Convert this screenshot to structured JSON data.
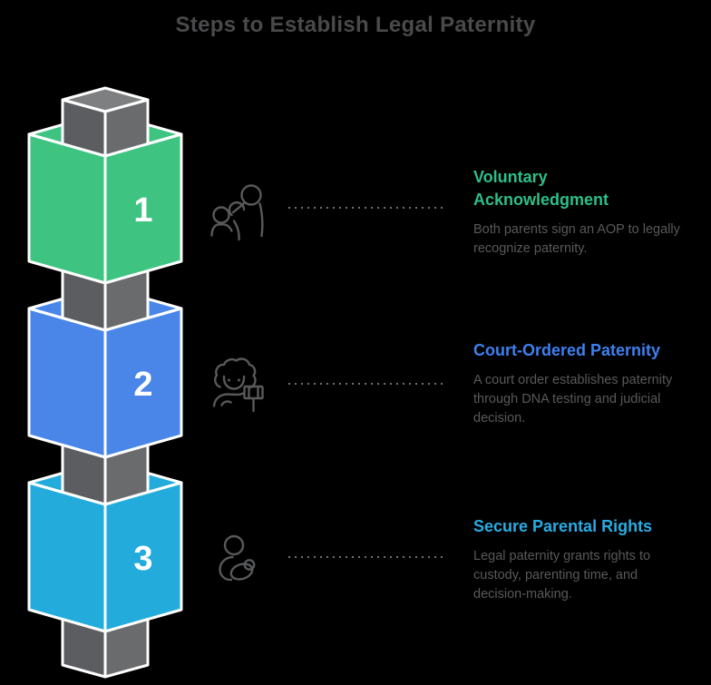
{
  "title": "Steps to Establish Legal Paternity",
  "title_color": "#4a4a4c",
  "background_color": "#000000",
  "body_text_color": "#58595b",
  "icon_color": "#58595b",
  "dotted_line_color": "#6f7072",
  "tower": {
    "outline_color": "#ffffff",
    "number_color": "#ffffff",
    "pillar_color": "#6a6b6d",
    "pillar_side_dark": "#5c5d60",
    "pillar_top_color": "#7e7f81"
  },
  "steps": [
    {
      "number": "1",
      "heading": "Voluntary\nAcknowledgment",
      "description": "Both parents sign an AOP to legally\nrecognize paternity.",
      "accent_color": "#2ebe88",
      "cube_color": "#3ec480",
      "icon": "parents-icon"
    },
    {
      "number": "2",
      "heading": "Court-Ordered Paternity",
      "description": "A court order establishes paternity\nthrough DNA testing and judicial\ndecision.",
      "accent_color": "#3d80f0",
      "cube_color": "#4a86e8",
      "icon": "judge-gavel-icon"
    },
    {
      "number": "3",
      "heading": "Secure Parental Rights",
      "description": "Legal paternity grants rights to\ncustody, parenting time, and\ndecision-making.",
      "accent_color": "#29abe2",
      "cube_color": "#23abdc",
      "icon": "parent-holding-baby-icon"
    }
  ]
}
